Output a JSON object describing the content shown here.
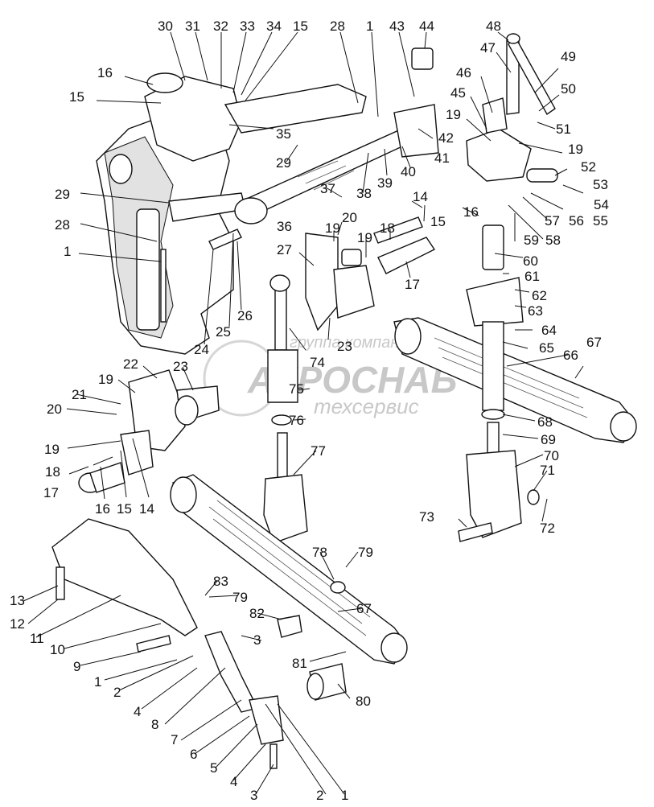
{
  "labels": [
    "30",
    "31",
    "32",
    "33",
    "34",
    "15",
    "28",
    "1",
    "43",
    "44",
    "48",
    "16",
    "47",
    "49",
    "15",
    "46",
    "50",
    "45",
    "19",
    "51",
    "42",
    "35",
    "41",
    "19",
    "52",
    "40",
    "29",
    "39",
    "38",
    "53",
    "37",
    "54",
    "29",
    "14",
    "56",
    "55",
    "16",
    "57",
    "36",
    "15",
    "20",
    "58",
    "28",
    "19",
    "59",
    "18",
    "19",
    "27",
    "1",
    "60",
    "17",
    "61",
    "62",
    "23",
    "63",
    "74",
    "64",
    "24",
    "25",
    "26",
    "65",
    "66",
    "67",
    "22",
    "23",
    "75",
    "19",
    "21",
    "68",
    "20",
    "76",
    "69",
    "70",
    "19",
    "77",
    "71",
    "18",
    "16",
    "15",
    "14",
    "17",
    "73",
    "72",
    "78",
    "79",
    "83",
    "13",
    "79",
    "82",
    "12",
    "3",
    "67",
    "11",
    "10",
    "9",
    "81",
    "1",
    "2",
    "80",
    "4",
    "8",
    "7",
    "6",
    "5",
    "4",
    "3",
    "2",
    "1"
  ],
  "watermark": {
    "line1": "группа компаний",
    "line2": "АГРОСНАБ",
    "line3": "техсервис"
  }
}
